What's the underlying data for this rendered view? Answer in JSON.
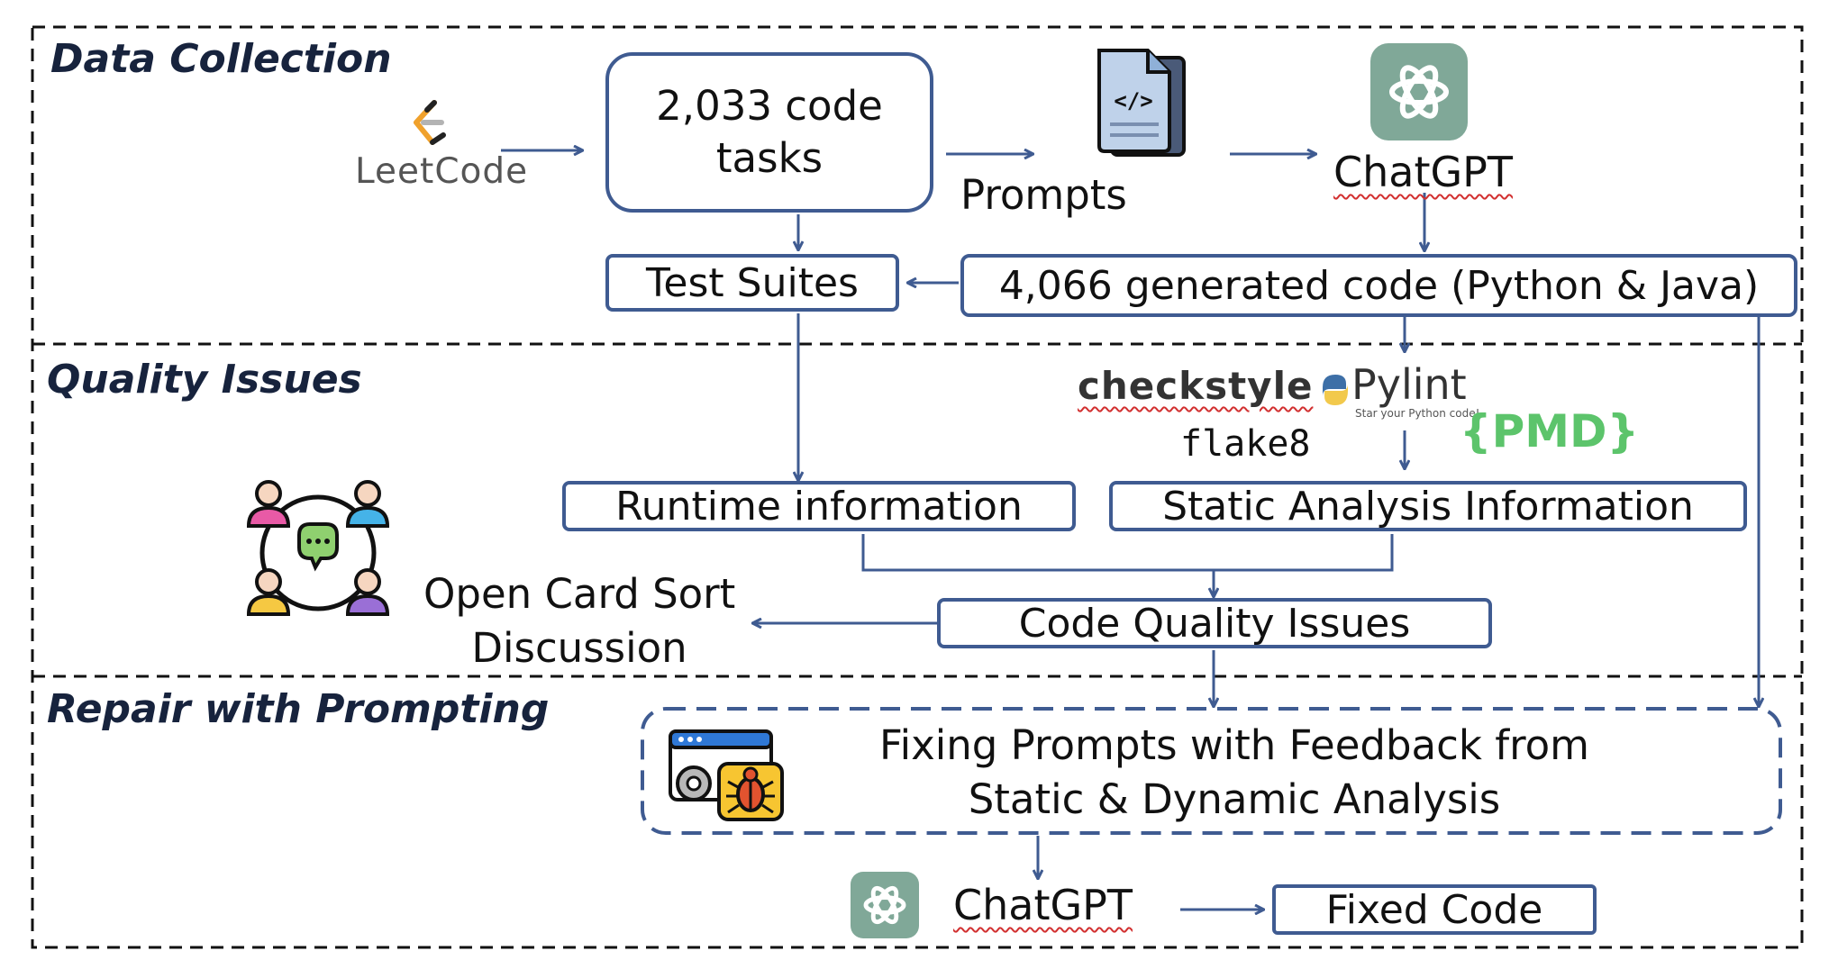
{
  "sections": {
    "data_collection": "Data Collection",
    "quality_issues": "Quality Issues",
    "repair": "Repair with Prompting"
  },
  "logos": {
    "leetcode": "LeetCode",
    "checkstyle": "checkstyle",
    "pylint": "Pylint",
    "pylint_tagline": "Star your Python code!",
    "flake8": "flake8",
    "pmd": "{PMD}"
  },
  "nodes": {
    "code_tasks_line1": "2,033 code",
    "code_tasks_line2": "tasks",
    "prompts": "Prompts",
    "chatgpt_top": "ChatGPT",
    "test_suites": "Test Suites",
    "generated_code": "4,066 generated code (Python & Java)",
    "runtime_info": "Runtime information",
    "static_info": "Static Analysis Information",
    "open_card_sort_line1": "Open Card Sort",
    "open_card_sort_line2": "Discussion",
    "code_quality_issues": "Code Quality Issues",
    "fixing_prompts_line1": "Fixing Prompts with Feedback from",
    "fixing_prompts_line2": "Static & Dynamic Analysis",
    "chatgpt_bottom": "ChatGPT",
    "fixed_code": "Fixed Code"
  },
  "icons": [
    "leetcode-logo-icon",
    "document-code-icon",
    "chatgpt-logo-icon",
    "python-logo-icon",
    "people-discussion-icon",
    "bug-settings-icon"
  ],
  "colors": {
    "arrow": "#3f5b91",
    "box_border": "#3f5b91",
    "chatgpt": "#80a898",
    "pmd_green": "#5cc46b",
    "checkstyle_orange": "#f3a43b"
  }
}
